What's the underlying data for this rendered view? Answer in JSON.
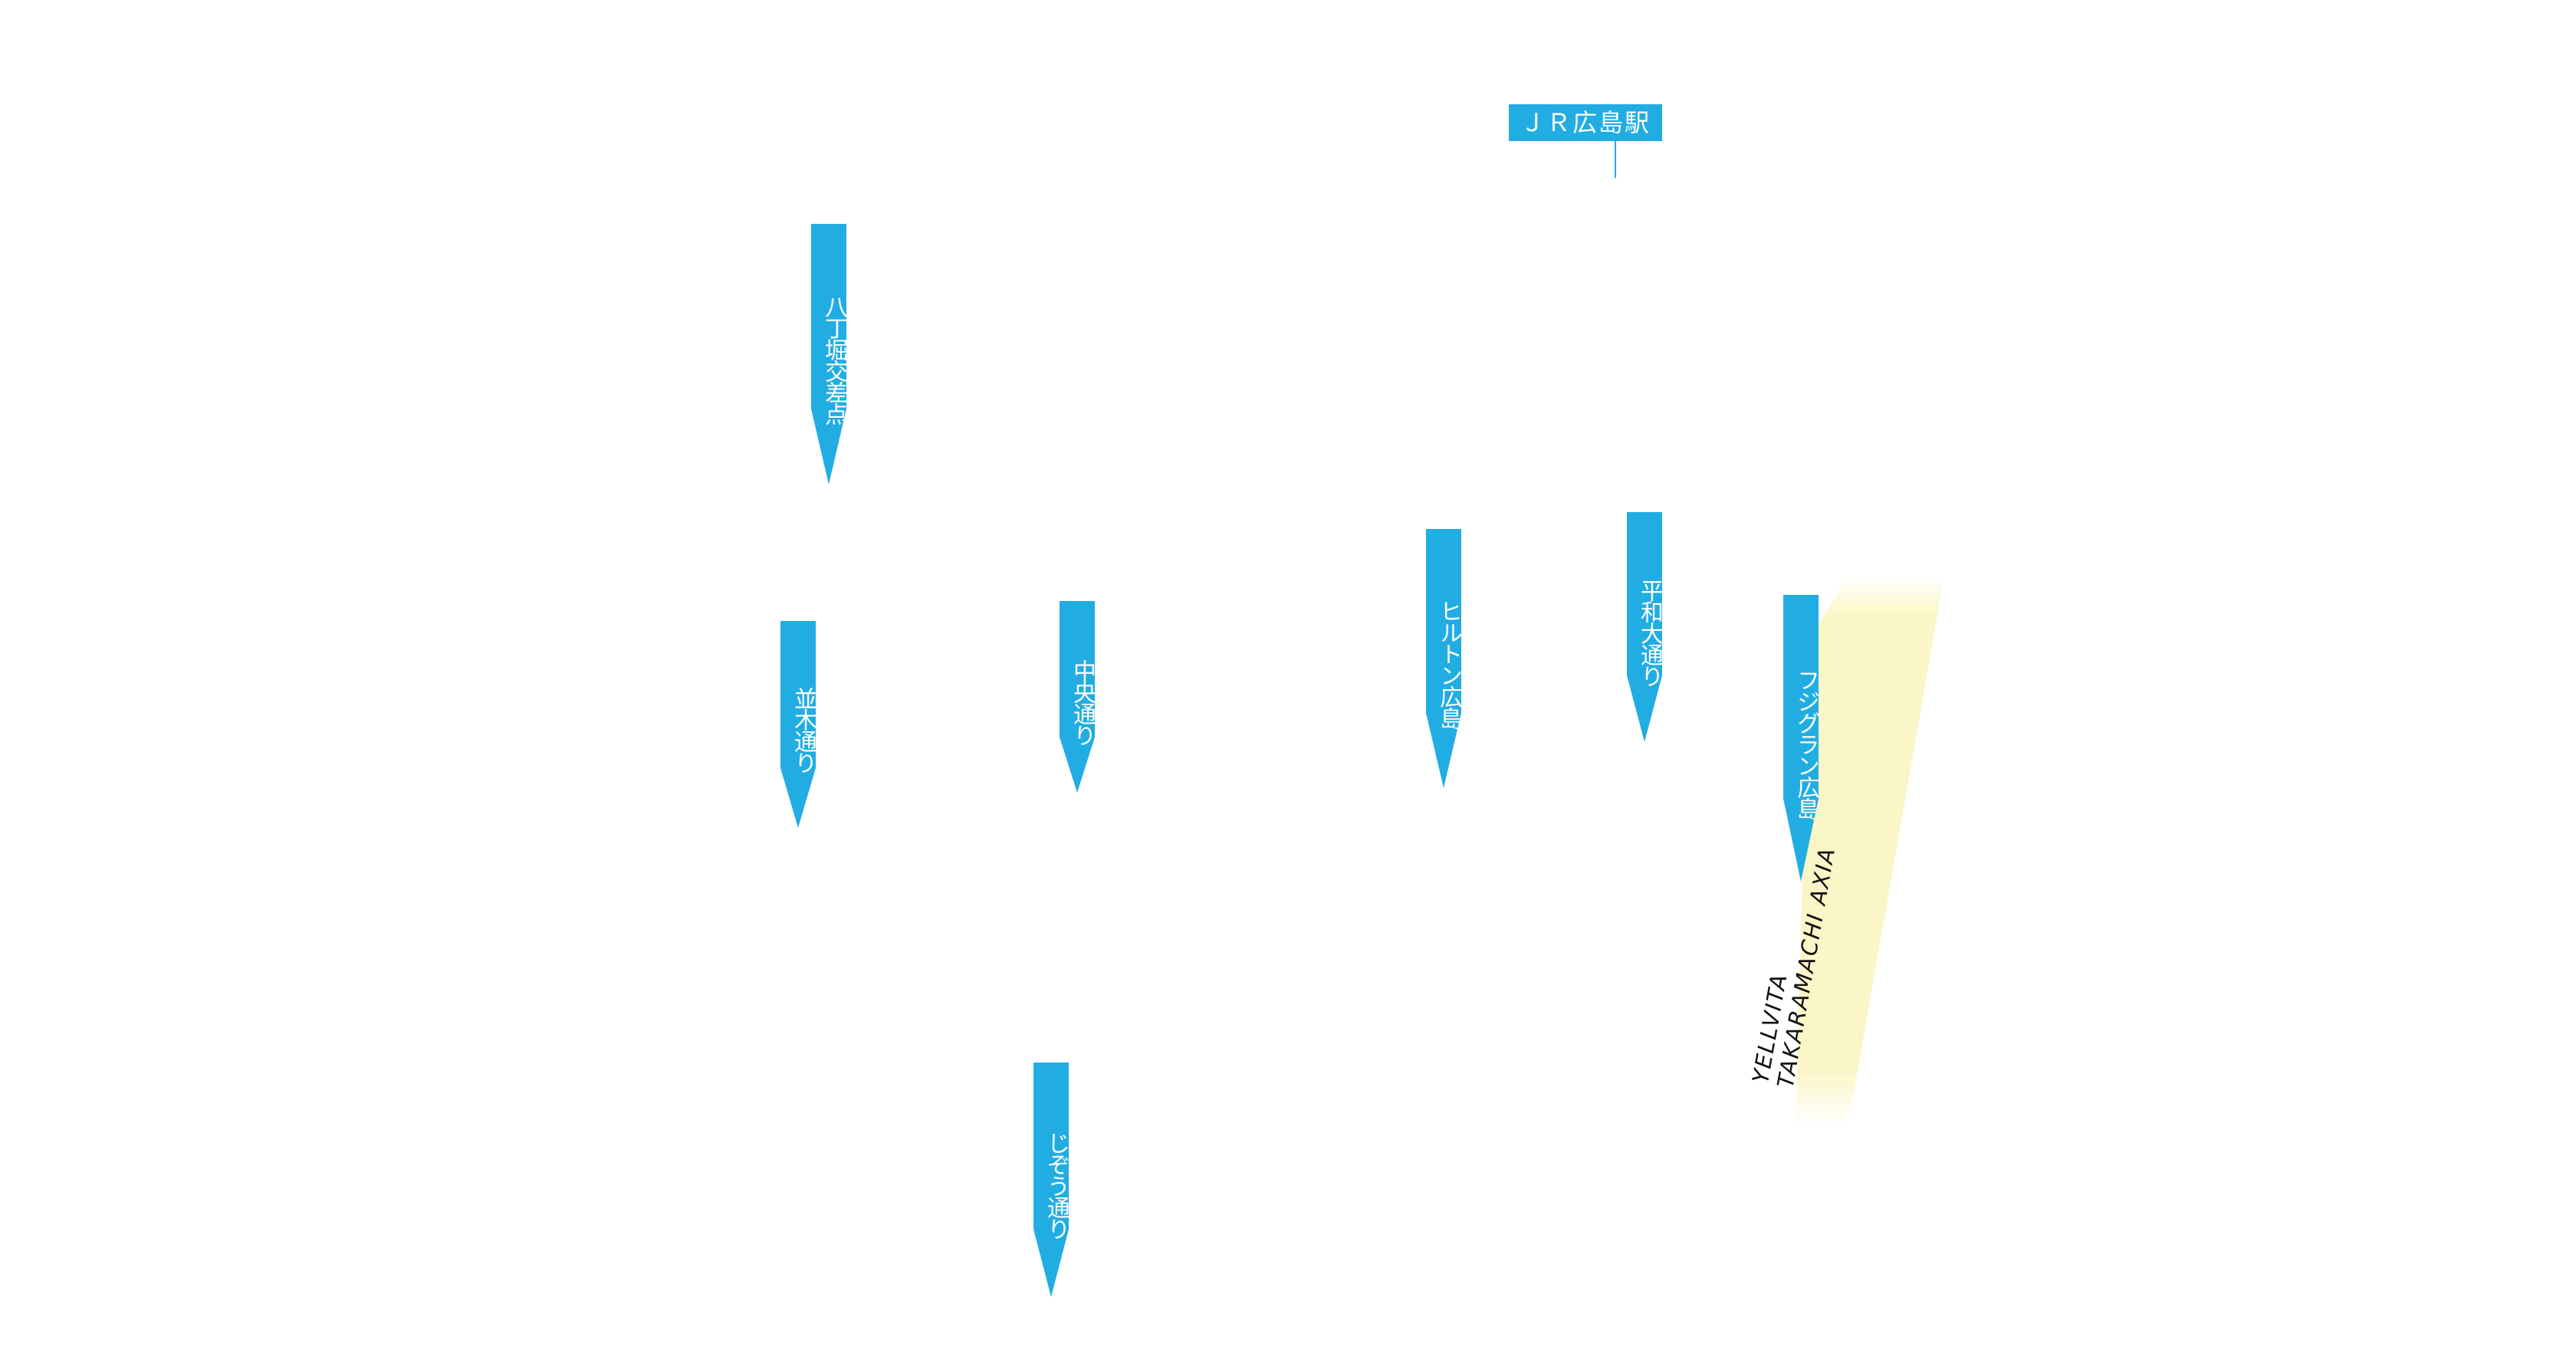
{
  "map": {
    "station": {
      "label": "ＪＲ広島駅"
    },
    "pins": {
      "hatchobori": "八丁堀交差点",
      "namiki": "並木通り",
      "chuo": "中央通り",
      "hilton": "ヒルトン広島",
      "heiwa": "平和大通り",
      "fujigran": "フジグラン広島",
      "jizo": "じぞう通り"
    },
    "property": {
      "line1": "YELLVITA",
      "line2": "TAKARAMACHI AXIA"
    },
    "colors": {
      "pin": "#22ade2",
      "pin_text": "#ffffff",
      "highlight": "#fbf6c7",
      "property_text": "#111111"
    }
  }
}
